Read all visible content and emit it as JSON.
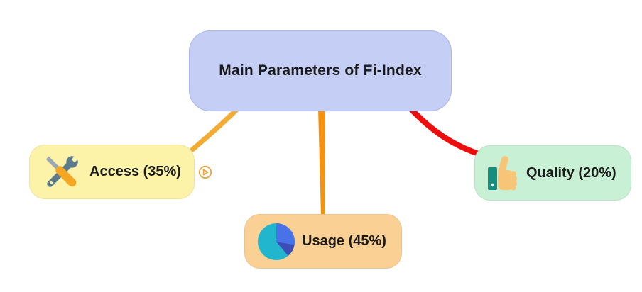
{
  "root_node": {
    "label": "Main Parameters of Fi-Index",
    "fill": "#c5cef5",
    "border": "#a9b4e8",
    "text_color": "#1a1a1a"
  },
  "branches": [
    {
      "name": "Access",
      "percent": 35,
      "label": "Access (35%)",
      "fill": "#fcf3a9",
      "icon": "tools-icon",
      "connector_color": "#f2ac34",
      "expander": {
        "icon": "play-circle-icon",
        "color": "#e8a33d"
      }
    },
    {
      "name": "Usage",
      "percent": 45,
      "label": "Usage (45%)",
      "fill": "#fad095",
      "icon": "pie-chart-icon",
      "connector_color": "#f7920e"
    },
    {
      "name": "Quality",
      "percent": 20,
      "label": "Quality (20%)",
      "fill": "#c7f0d4",
      "icon": "thumbs-up-icon",
      "connector_color": "#ed0d0d"
    }
  ],
  "icon_palette": {
    "tools": {
      "wrench": "#5c7a8c",
      "blade": "#9aa7b5",
      "handle": "#f5a623"
    },
    "pie": {
      "teal": "#22b5ce",
      "blue": "#4a72e8",
      "navy": "#3d4db7"
    },
    "thumb": {
      "sleeve": "#168d7e",
      "hand": "#f8c578",
      "dot": "#e6f7f2"
    }
  }
}
